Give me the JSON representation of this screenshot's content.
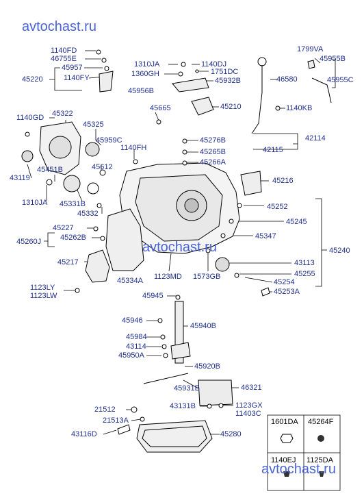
{
  "watermark": "avtochast.ru",
  "labels": [
    {
      "id": "1140FD",
      "text": "1140FD"
    },
    {
      "id": "46755E",
      "text": "46755E"
    },
    {
      "id": "45957",
      "text": "45957"
    },
    {
      "id": "45220",
      "text": "45220"
    },
    {
      "id": "1140FY",
      "text": "1140FY"
    },
    {
      "id": "1310JA_top",
      "text": "1310JA"
    },
    {
      "id": "1360GH",
      "text": "1360GH"
    },
    {
      "id": "1140DJ",
      "text": "1140DJ"
    },
    {
      "id": "1751DC",
      "text": "1751DC"
    },
    {
      "id": "45932B",
      "text": "45932B"
    },
    {
      "id": "45956B",
      "text": "45956B"
    },
    {
      "id": "1799VA",
      "text": "1799VA"
    },
    {
      "id": "45955B",
      "text": "45955B"
    },
    {
      "id": "45955C",
      "text": "45955C"
    },
    {
      "id": "46580",
      "text": "46580"
    },
    {
      "id": "45210",
      "text": "45210"
    },
    {
      "id": "1140KB",
      "text": "1140KB"
    },
    {
      "id": "1140GD",
      "text": "1140GD"
    },
    {
      "id": "45322",
      "text": "45322"
    },
    {
      "id": "45665",
      "text": "45665"
    },
    {
      "id": "45325",
      "text": "45325"
    },
    {
      "id": "45959C",
      "text": "45959C"
    },
    {
      "id": "1140FH",
      "text": "1140FH"
    },
    {
      "id": "45276B",
      "text": "45276B"
    },
    {
      "id": "42114",
      "text": "42114"
    },
    {
      "id": "45265B",
      "text": "45265B"
    },
    {
      "id": "42115",
      "text": "42115"
    },
    {
      "id": "45266A",
      "text": "45266A"
    },
    {
      "id": "45612",
      "text": "45612"
    },
    {
      "id": "45451B",
      "text": "45451B"
    },
    {
      "id": "43119",
      "text": "43119"
    },
    {
      "id": "45216",
      "text": "45216"
    },
    {
      "id": "1310JA_left",
      "text": "1310JA"
    },
    {
      "id": "45331B",
      "text": "45331B"
    },
    {
      "id": "45252",
      "text": "45252"
    },
    {
      "id": "45332",
      "text": "45332"
    },
    {
      "id": "45245",
      "text": "45245"
    },
    {
      "id": "45227",
      "text": "45227"
    },
    {
      "id": "45262B",
      "text": "45262B"
    },
    {
      "id": "45347",
      "text": "45347"
    },
    {
      "id": "45260J",
      "text": "45260J"
    },
    {
      "id": "45240",
      "text": "45240"
    },
    {
      "id": "45217",
      "text": "45217"
    },
    {
      "id": "43113",
      "text": "43113"
    },
    {
      "id": "45255",
      "text": "45255"
    },
    {
      "id": "45334A",
      "text": "45334A"
    },
    {
      "id": "1123MD",
      "text": "1123MD"
    },
    {
      "id": "1573GB",
      "text": "1573GB"
    },
    {
      "id": "45254",
      "text": "45254"
    },
    {
      "id": "1123LY",
      "text": "1123LY"
    },
    {
      "id": "45253A",
      "text": "45253A"
    },
    {
      "id": "1123LW",
      "text": "1123LW"
    },
    {
      "id": "45945",
      "text": "45945"
    },
    {
      "id": "45946",
      "text": "45946"
    },
    {
      "id": "45940B",
      "text": "45940B"
    },
    {
      "id": "45984",
      "text": "45984"
    },
    {
      "id": "43114",
      "text": "43114"
    },
    {
      "id": "45950A",
      "text": "45950A"
    },
    {
      "id": "45920B",
      "text": "45920B"
    },
    {
      "id": "45931B",
      "text": "45931B"
    },
    {
      "id": "46321",
      "text": "46321"
    },
    {
      "id": "21512",
      "text": "21512"
    },
    {
      "id": "43131B",
      "text": "43131B"
    },
    {
      "id": "1123GX",
      "text": "1123GX"
    },
    {
      "id": "21513A",
      "text": "21513A"
    },
    {
      "id": "11403C",
      "text": "11403C"
    },
    {
      "id": "43116D",
      "text": "43116D"
    },
    {
      "id": "45280",
      "text": "45280"
    }
  ],
  "table": {
    "cells": [
      "1601DA",
      "45264F",
      "1140EJ",
      "1125DA"
    ]
  }
}
